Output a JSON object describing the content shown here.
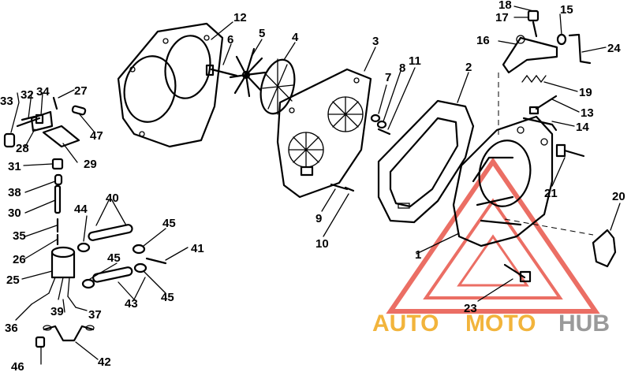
{
  "diagram": {
    "callouts": [
      {
        "id": "c1",
        "label": "1"
      },
      {
        "id": "c2",
        "label": "2"
      },
      {
        "id": "c3",
        "label": "3"
      },
      {
        "id": "c4",
        "label": "4"
      },
      {
        "id": "c5",
        "label": "5"
      },
      {
        "id": "c6",
        "label": "6"
      },
      {
        "id": "c7",
        "label": "7"
      },
      {
        "id": "c8",
        "label": "8"
      },
      {
        "id": "c9",
        "label": "9"
      },
      {
        "id": "c10",
        "label": "10"
      },
      {
        "id": "c11",
        "label": "11"
      },
      {
        "id": "c12",
        "label": "12"
      },
      {
        "id": "c13",
        "label": "13"
      },
      {
        "id": "c14",
        "label": "14"
      },
      {
        "id": "c15",
        "label": "15"
      },
      {
        "id": "c16",
        "label": "16"
      },
      {
        "id": "c17",
        "label": "17"
      },
      {
        "id": "c18",
        "label": "18"
      },
      {
        "id": "c19",
        "label": "19"
      },
      {
        "id": "c20",
        "label": "20"
      },
      {
        "id": "c21",
        "label": "21"
      },
      {
        "id": "c23",
        "label": "23"
      },
      {
        "id": "c24",
        "label": "24"
      },
      {
        "id": "c25",
        "label": "25"
      },
      {
        "id": "c26",
        "label": "26"
      },
      {
        "id": "c27",
        "label": "27"
      },
      {
        "id": "c28",
        "label": "28"
      },
      {
        "id": "c29",
        "label": "29"
      },
      {
        "id": "c30",
        "label": "30"
      },
      {
        "id": "c31",
        "label": "31"
      },
      {
        "id": "c32",
        "label": "32"
      },
      {
        "id": "c33",
        "label": "33"
      },
      {
        "id": "c34",
        "label": "34"
      },
      {
        "id": "c35",
        "label": "35"
      },
      {
        "id": "c36",
        "label": "36"
      },
      {
        "id": "c37",
        "label": "37"
      },
      {
        "id": "c38",
        "label": "38"
      },
      {
        "id": "c39",
        "label": "39"
      },
      {
        "id": "c40",
        "label": "40"
      },
      {
        "id": "c41",
        "label": "41"
      },
      {
        "id": "c42",
        "label": "42"
      },
      {
        "id": "c43",
        "label": "43"
      },
      {
        "id": "c44",
        "label": "44"
      },
      {
        "id": "c45a",
        "label": "45"
      },
      {
        "id": "c45b",
        "label": "45"
      },
      {
        "id": "c45c",
        "label": "45"
      },
      {
        "id": "c46",
        "label": "46"
      },
      {
        "id": "c47",
        "label": "47"
      }
    ]
  },
  "watermark": {
    "part_auto": "AUTO",
    "part_moto": "MOTO",
    "part_hub": "HUB",
    "color_auto": "#f2b43c",
    "color_hub": "#9a9a9a",
    "triangle_color": "#e8554a"
  }
}
